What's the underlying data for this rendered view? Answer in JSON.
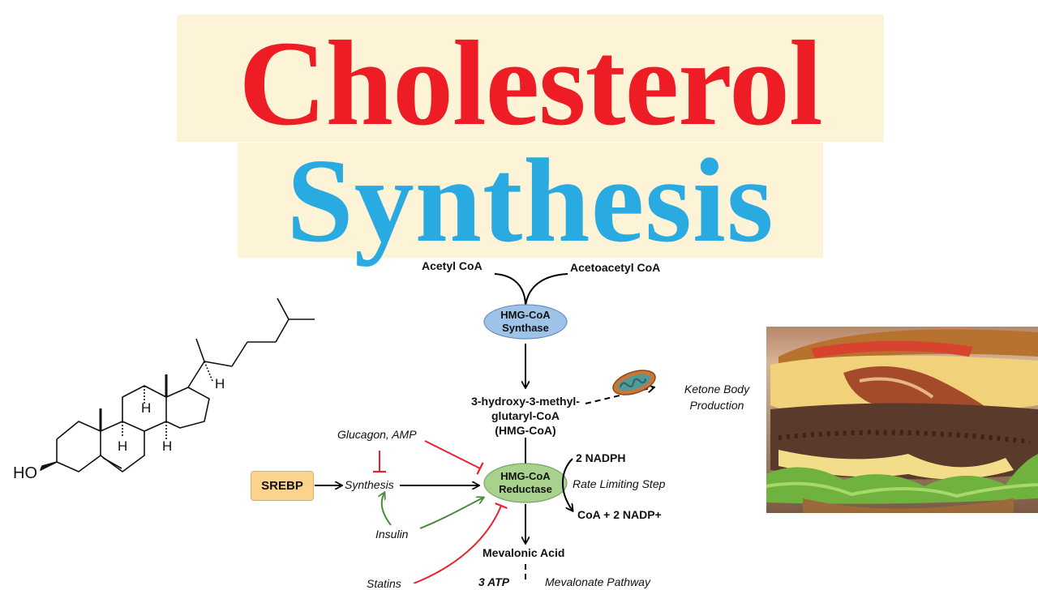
{
  "title": {
    "line1": "Cholesterol",
    "line2": "Synthesis"
  },
  "colors": {
    "title_line1": "#ee1c24",
    "title_line2": "#29abe2",
    "title_bg": "#fdf3d6",
    "synthase_node": "#9ec3e8",
    "reductase_node": "#a9d18e",
    "srebp_node": "#fbd38d",
    "inhibit_arrow": "#e8212e",
    "activate_arrow": "#4e8a3e"
  },
  "structure": {
    "ho_label": "HO",
    "h_label": "H"
  },
  "pathway": {
    "acetyl_coa": "Acetyl CoA",
    "acetoacetyl_coa": "Acetoacetyl CoA",
    "hmg_synthase": {
      "line1": "HMG-CoA",
      "line2": "Synthase"
    },
    "hmg_coa": {
      "line1": "3-hydroxy-3-methyl-",
      "line2": "glutaryl-CoA",
      "line3": "(HMG-CoA)"
    },
    "ketone": {
      "line1": "Ketone Body",
      "line2": "Production"
    },
    "hmg_reductase": {
      "line1": "HMG-CoA",
      "line2": "Reductase"
    },
    "nadph": "2 NADPH",
    "rate_limiting": "Rate Limiting Step",
    "coa_nadp": "CoA + 2 NADP+",
    "glucagon": "Glucagon, AMP",
    "srebp": "SREBP",
    "synthesis": "Synthesis",
    "insulin": "Insulin",
    "mevalonic_acid": "Mevalonic Acid",
    "atp": "3 ATP",
    "statins": "Statins",
    "mevalonate_pathway": "Mevalonate Pathway"
  },
  "photo": {
    "subject": "burger-image"
  }
}
